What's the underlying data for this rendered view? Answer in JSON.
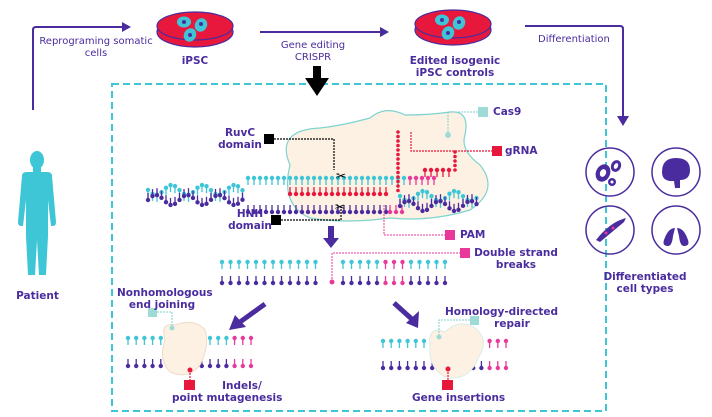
{
  "colors": {
    "purple": "#4a2c9e",
    "cyan": "#3ec6d6",
    "red": "#e8183c",
    "pink": "#e8399a",
    "yellow": "#f6c21c",
    "cas9_fill": "#fdf1e4",
    "cas9_label_box": "#9fdbd6",
    "dashed_box": "#3ec6d6"
  },
  "workflow": {
    "patient_label": "Patient",
    "reprogramming_label_line1": "Reprograming somatic",
    "reprogramming_label_line2": "cells",
    "ipsc_label": "iPSC",
    "gene_editing_line1": "Gene editing",
    "gene_editing_line2": "CRISPR",
    "edited_line1": "Edited isogenic",
    "edited_line2": "iPSC controls",
    "differentiation_label": "Differentiation",
    "differentiated_line1": "Differentiated",
    "differentiated_line2": "cell types",
    "cell_type_icons": [
      "blood-cells-icon",
      "brain-icon",
      "muscle-cell-icon",
      "lungs-icon"
    ]
  },
  "crispr": {
    "ruvc_line1": "RuvC",
    "ruvc_line2": "domain",
    "hnh_line1": "HNH",
    "hnh_line2": "domain",
    "cas9_label": "Cas9",
    "grna_label": "gRNA",
    "pam_label": "PAM",
    "dsb_line1": "Double strand",
    "dsb_line2": "breaks",
    "nhej_line1": "Nonhomologous",
    "nhej_line2": "end joining",
    "indels_line1": "Indels/",
    "indels_line2": "point mutagenesis",
    "hdr_line1": "Homology-directed",
    "hdr_line2": "repair",
    "gene_insertions_label": "Gene insertions"
  }
}
